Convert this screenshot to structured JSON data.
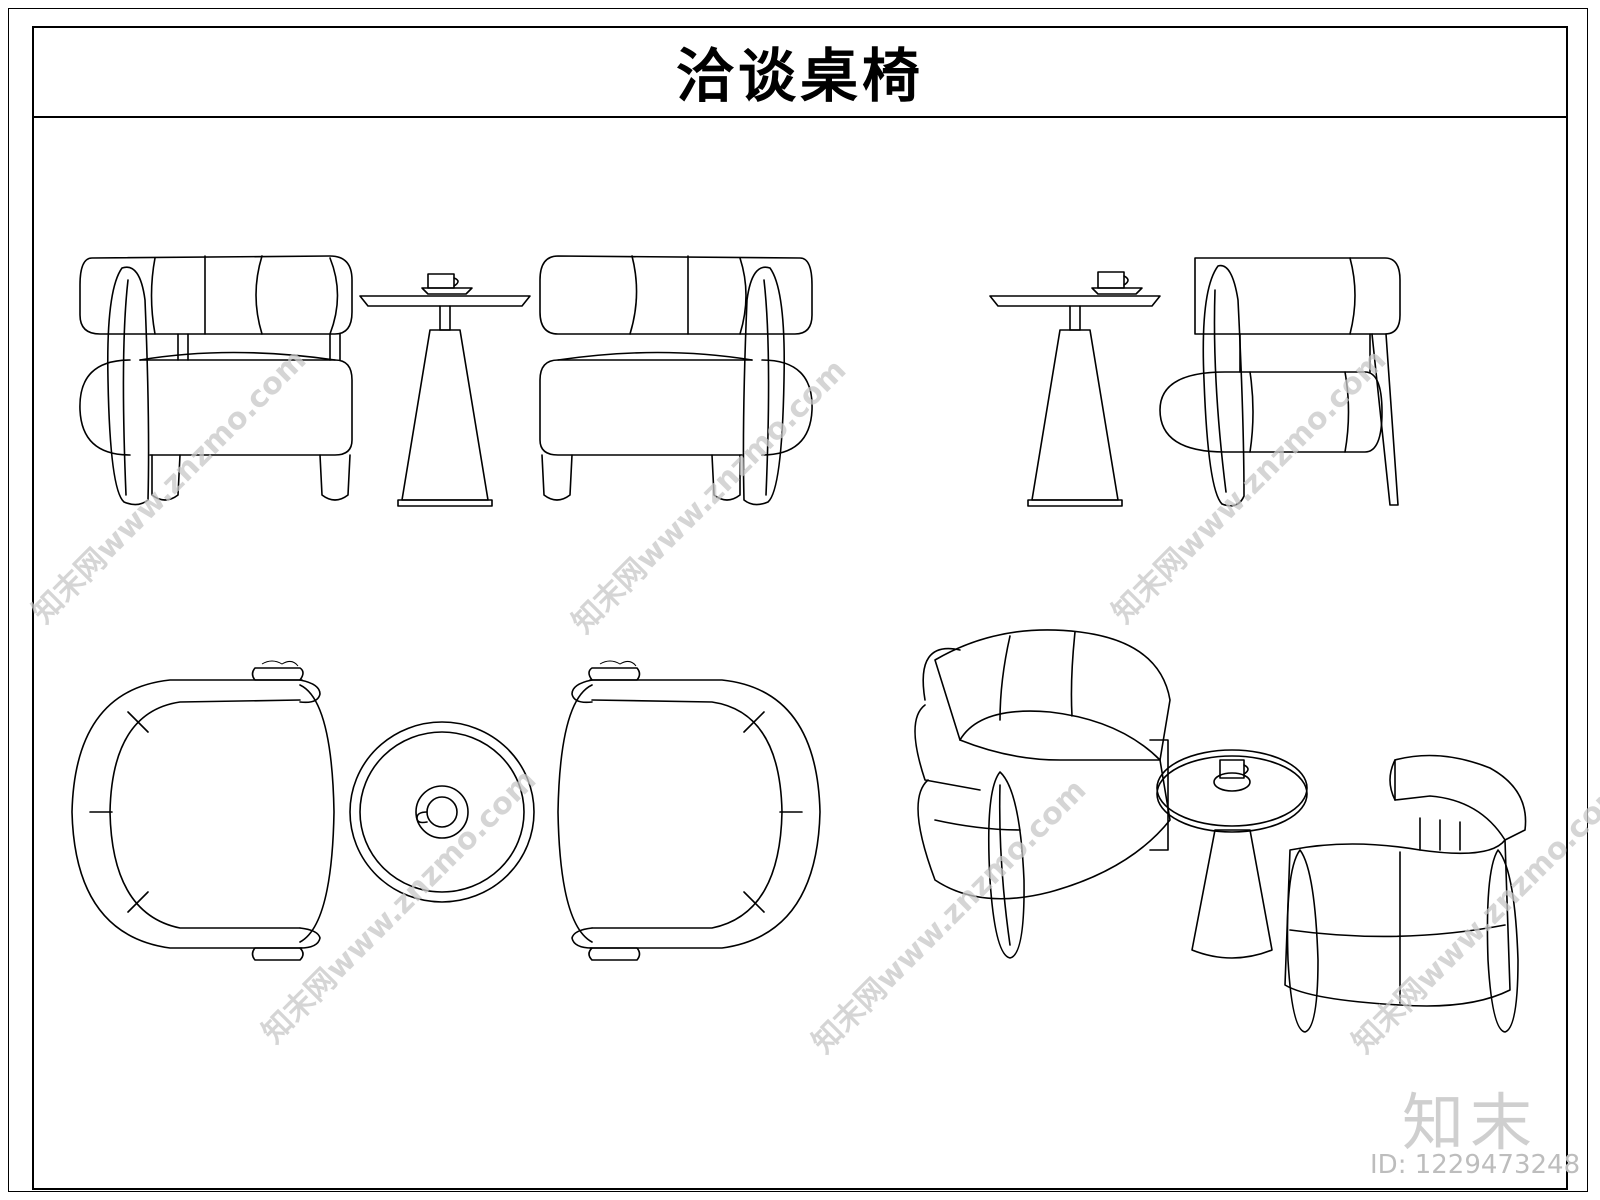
{
  "title": "洽谈桌椅",
  "watermark": {
    "text": "知末网www.znzmo.com"
  },
  "brand": {
    "logo_text": "知末",
    "id_text": "ID: 1229473248"
  },
  "colors": {
    "line": "#000000",
    "background": "#ffffff",
    "watermark": "#c8c8c8"
  }
}
